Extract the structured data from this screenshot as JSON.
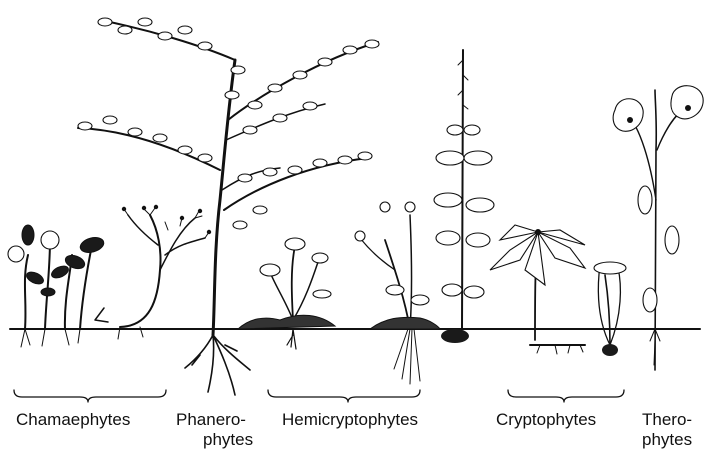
{
  "labels": {
    "chamaephytes": "Chamaephytes",
    "phanerophytes": [
      "Phanero-",
      "phytes"
    ],
    "hemicryptophytes": "Hemicryptophytes",
    "cryptophytes": "Cryptophytes",
    "therophytes": [
      "Thero-",
      "phytes"
    ]
  },
  "colors": {
    "ink": "#111111",
    "paper": "#ffffff"
  }
}
